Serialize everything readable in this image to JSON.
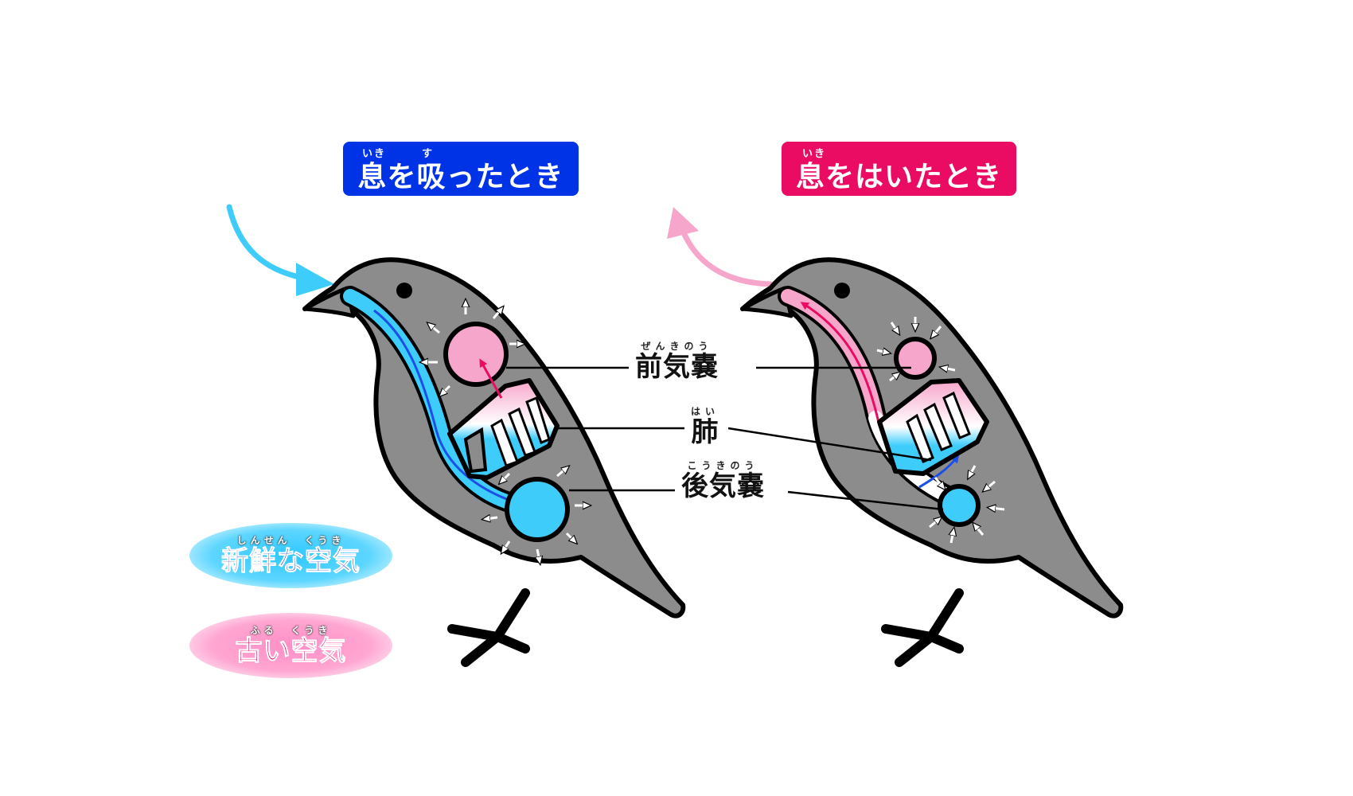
{
  "titles": {
    "inhale": {
      "ruby": "いき　　　す",
      "text": "息を吸ったとき"
    },
    "exhale": {
      "ruby": "いき",
      "text": "息をはいたとき"
    }
  },
  "labels": {
    "anterior_air_sac": {
      "ruby": "ぜんきのう",
      "text": "前気嚢"
    },
    "lung": {
      "ruby": "はい",
      "text": "肺"
    },
    "posterior_air_sac": {
      "ruby": "こうきのう",
      "text": "後気嚢"
    }
  },
  "legend": {
    "fresh_air": {
      "ruby": "しんせん　くうき",
      "text": "新鮮な空気"
    },
    "old_air": {
      "ruby": "ふる　くうき",
      "text": "古い空気"
    }
  },
  "colors": {
    "fresh": "#3ecdfb",
    "fresh_dark": "#0033e6",
    "old": "#f7a6cb",
    "old_dark": "#ea0b63",
    "bird_body": "#8c8c8c",
    "outline": "#000000"
  },
  "icons": {
    "inhale_arrow": "curved-arrow-icon",
    "exhale_arrow": "curved-arrow-icon",
    "expansion_arrows": "small-arrow-icon"
  }
}
